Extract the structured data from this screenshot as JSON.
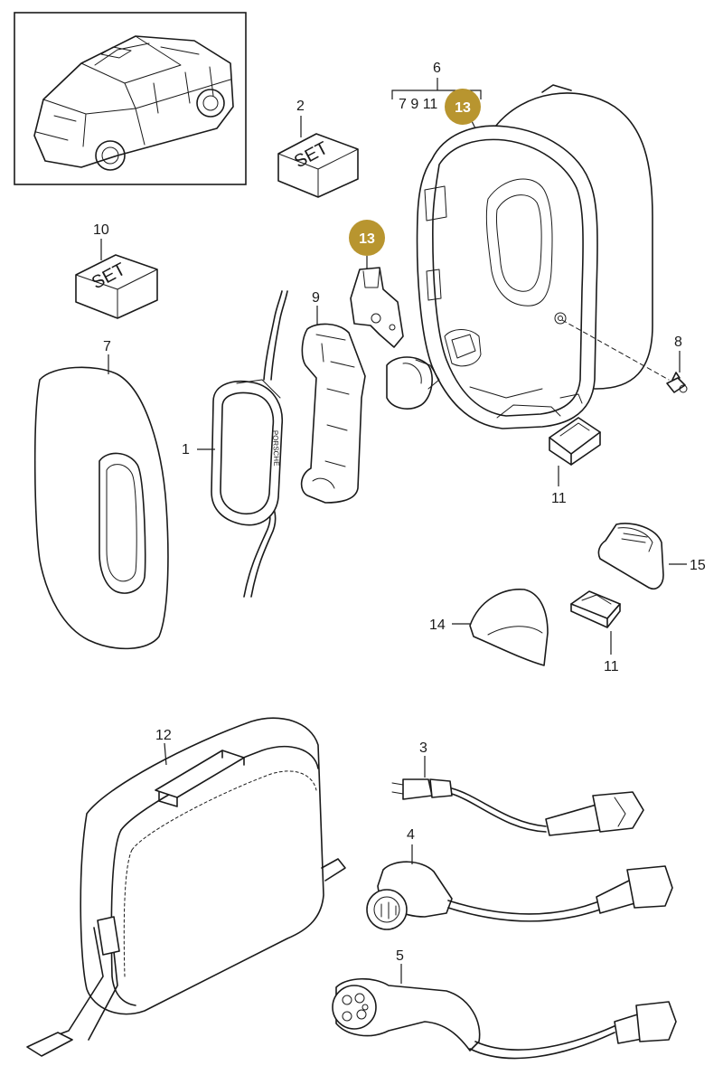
{
  "callouts": {
    "c1": "1",
    "c2": "2",
    "c3": "3",
    "c4": "4",
    "c5": "5",
    "c6": "6",
    "c6_sub": "7 9 11",
    "c7": "7",
    "c8": "8",
    "c9": "9",
    "c10": "10",
    "c11a": "11",
    "c11b": "11",
    "c12": "12",
    "c14": "14",
    "c15": "15"
  },
  "highlight": {
    "badge_a": "13",
    "badge_b": "13",
    "color": "#b8952f"
  },
  "set_boxes": {
    "set_2": "SET",
    "set_10": "SET"
  },
  "unit_brand": "PORSCHE"
}
